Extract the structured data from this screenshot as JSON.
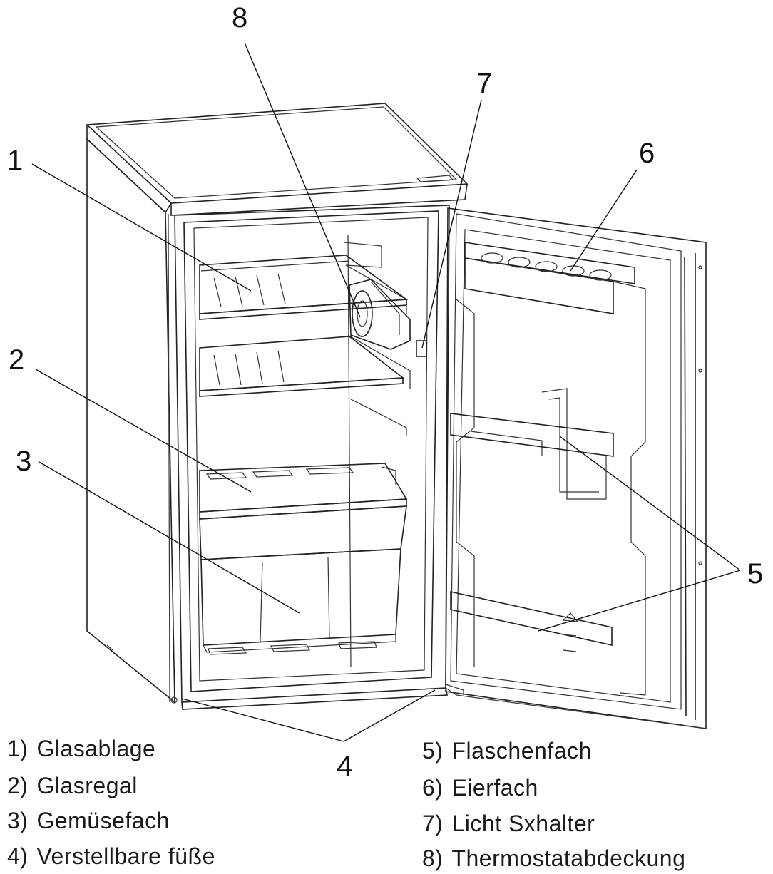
{
  "callouts": [
    "1",
    "2",
    "3",
    "4",
    "5",
    "6",
    "7",
    "8"
  ],
  "legend": {
    "left": [
      {
        "num": "1)",
        "label": "Glasablage"
      },
      {
        "num": "2)",
        "label": "Glasregal"
      },
      {
        "num": "3)",
        "label": "Gemüsefach"
      },
      {
        "num": "4)",
        "label": "Verstellbare füße"
      }
    ],
    "right": [
      {
        "num": "5)",
        "label": "Flaschenfach"
      },
      {
        "num": "6)",
        "label": "Eierfach"
      },
      {
        "num": "7)",
        "label": "Licht Sxhalter"
      },
      {
        "num": "8)",
        "label": "Thermostatabdeckung"
      }
    ]
  }
}
